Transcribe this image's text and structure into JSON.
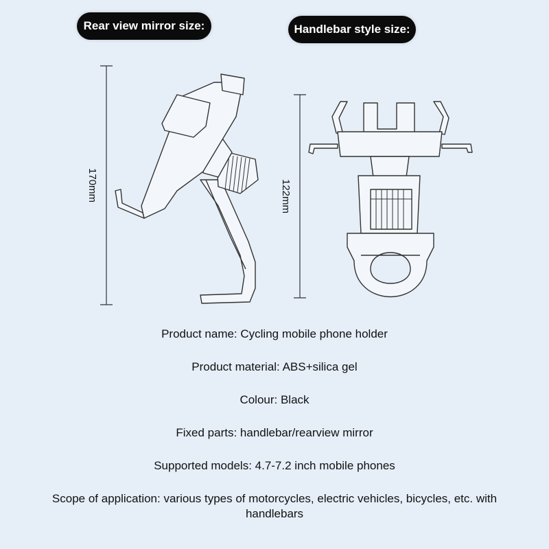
{
  "labels": {
    "rear_view_mirror": "Rear view mirror size:",
    "handlebar_style": "Handlebar style size:"
  },
  "dimensions": {
    "left_height": "170mm",
    "right_height": "122mm"
  },
  "specs": [
    "Product name: Cycling mobile phone holder",
    "Product material: ABS+silica gel",
    "Colour: Black",
    "Fixed parts: handlebar/rearview mirror",
    "Supported models: 4.7-7.2 inch mobile phones",
    "Scope of application: various types of motorcycles, electric vehicles, bicycles, etc. with handlebars"
  ],
  "colors": {
    "background": "#e6eff8",
    "pill": "#0b0b0b",
    "line": "#333333"
  }
}
